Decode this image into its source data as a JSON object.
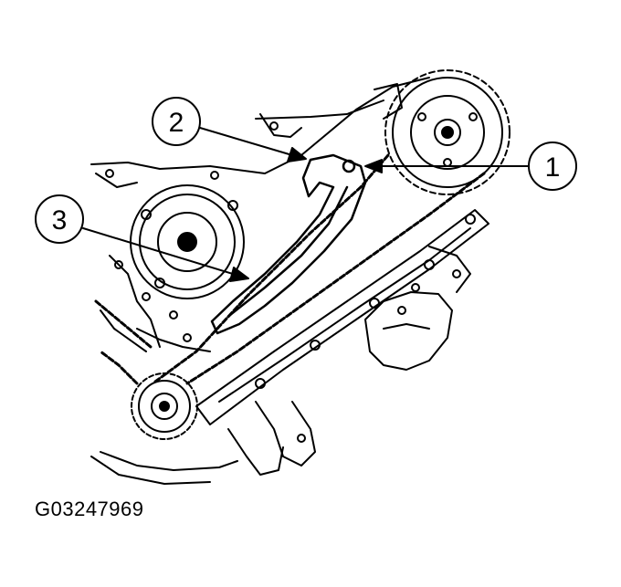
{
  "callouts": [
    {
      "label": "1"
    },
    {
      "label": "2"
    },
    {
      "label": "3"
    }
  ],
  "figure_id": "G03247969"
}
